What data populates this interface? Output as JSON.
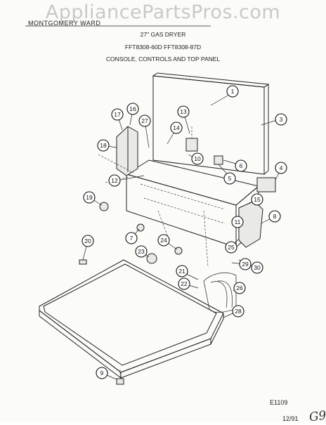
{
  "header": {
    "watermark": "AppliancePartsPros.com",
    "model_line": "MONTGOMERY WARD",
    "product": "27\" GAS DRYER",
    "models": "FFT8308-60D  FFT8308-87D",
    "section": "CONSOLE, CONTROLS AND TOP PANEL"
  },
  "footer": {
    "figure_code": "E1109",
    "date": "12/91",
    "handwritten_mark": "G9"
  },
  "callouts": [
    "1",
    "3",
    "4",
    "5",
    "6",
    "8",
    "9",
    "10",
    "11",
    "12",
    "13",
    "14",
    "15",
    "16",
    "17",
    "18",
    "19",
    "20",
    "21",
    "22",
    "23",
    "24",
    "25",
    "26",
    "27",
    "28",
    "29",
    "30",
    "7"
  ]
}
